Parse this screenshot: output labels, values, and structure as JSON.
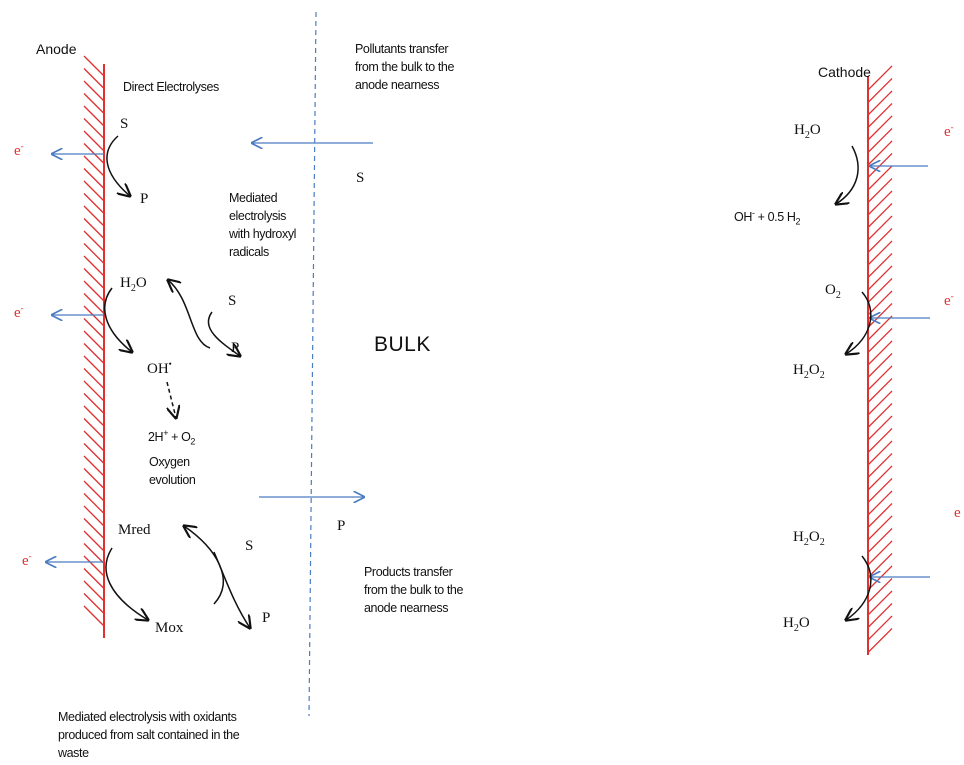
{
  "labels": {
    "anode": "Anode",
    "cathode": "Cathode",
    "bulk": "BULK",
    "direct_electrolyses": "Direct Electrolyses",
    "pollutants_transfer": [
      "Pollutants transfer",
      "from the bulk to the",
      "anode nearness"
    ],
    "products_transfer": [
      "Products transfer",
      "from the bulk to the",
      "anode nearness"
    ],
    "mediated_hydroxyl": [
      "Mediated",
      "electrolysis",
      "with hydroxyl",
      "radicals"
    ],
    "oxygen_evolution": [
      "Oxygen",
      "evolution"
    ],
    "mediated_oxidants": [
      "Mediated electrolysis with oxidants",
      "produced from salt contained in the",
      "waste"
    ]
  },
  "species": {
    "S": "S",
    "P": "P",
    "electron": "e",
    "electron_sup": "-",
    "h2o_a": "H",
    "h2o_sub": "2",
    "h2o_b": "O",
    "oh_radical": "OH",
    "oh_radical_sup": "•",
    "two_h": "2H",
    "plus": "+",
    "plus_o": " + O",
    "o_sub": "2",
    "mred": "Mred",
    "mox": "Mox",
    "o2": "O",
    "h2o2_a": "H",
    "h2o2_b": "O",
    "oh_minus": "OH",
    "minus": "-",
    "half_h2": " + 0.5 H"
  },
  "colors": {
    "electrode": "#e03030",
    "arrow_blue": "#4a7cc0",
    "divider": "#4a7cc0",
    "text": "#111111"
  }
}
